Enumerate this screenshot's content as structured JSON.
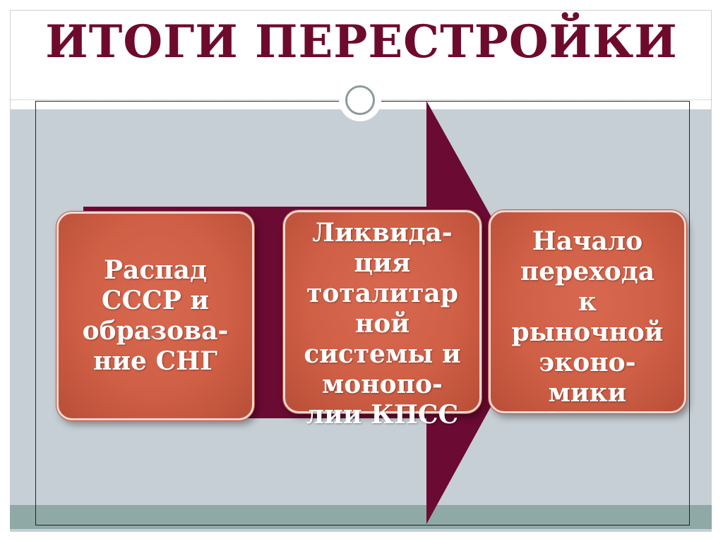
{
  "title": "ИТОГИ ПЕРЕСТРОЙКИ",
  "colors": {
    "title": "#6e0b2c",
    "arrow": "#6b0a32",
    "box_fill": "#cf5f45",
    "panel": "#c6cfd5",
    "bottom_band": "#8fa9a6"
  },
  "boxes": [
    {
      "text": "Распад\nСССР и\nобразова-\nние СНГ"
    },
    {
      "text": "Ликвида-\nция\nтоталитар\nной\nсистемы и\nмонопо-\nлии КПСС"
    },
    {
      "text": "Начало\nперехода\nк\nрыночной\nэконо-\nмики"
    }
  ]
}
